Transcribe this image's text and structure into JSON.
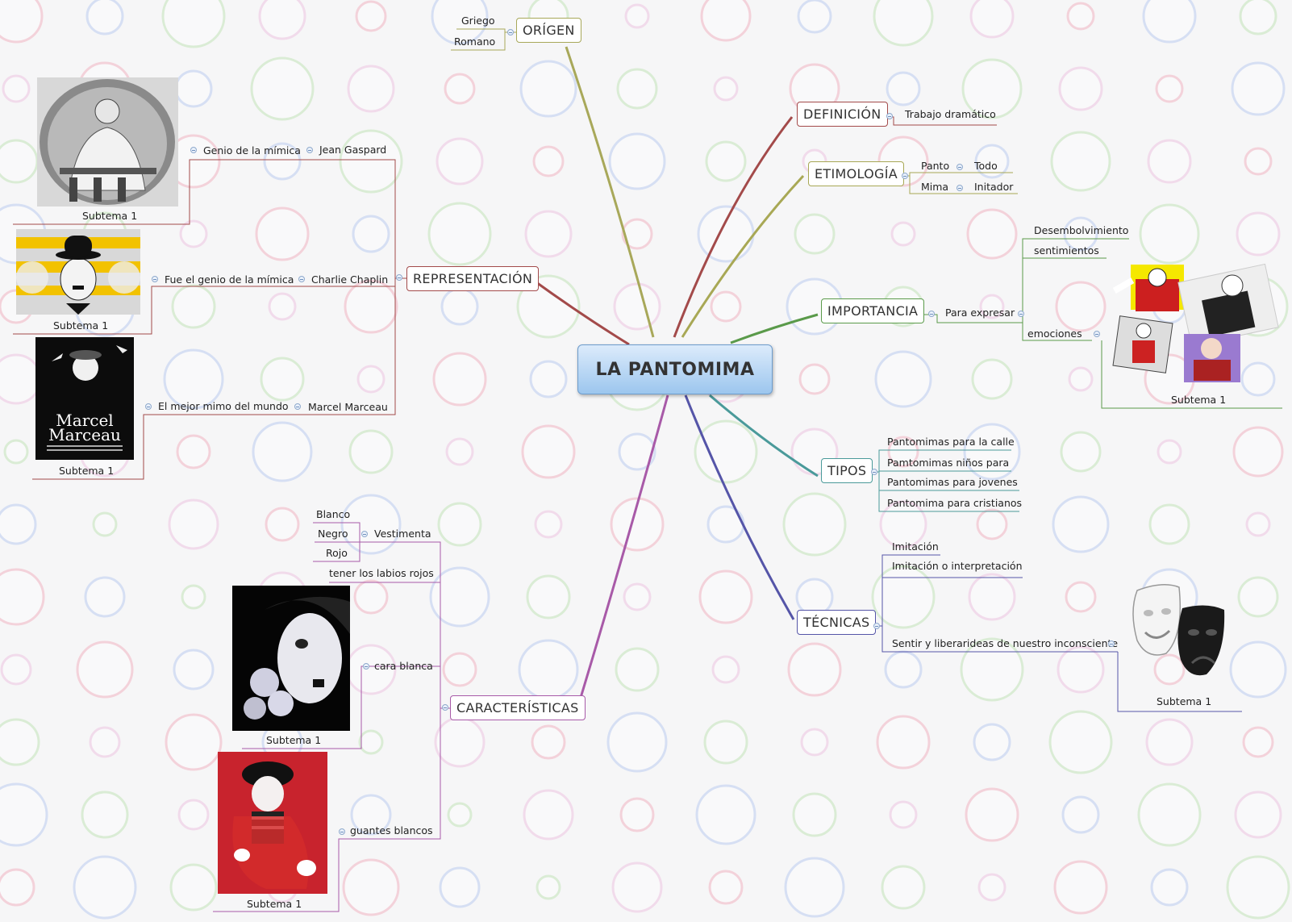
{
  "central": {
    "title": "LA PANTOMIMA"
  },
  "branches": {
    "origen": {
      "label": "ORÍGEN",
      "items": [
        "Griego",
        "Romano"
      ]
    },
    "definicion": {
      "label": "DEFINICIÓN",
      "items": [
        "Trabajo dramático"
      ]
    },
    "etimologia": {
      "label": "ETIMOLOGÍA",
      "items": [
        "Panto",
        "Mima"
      ],
      "sub": [
        "Todo",
        "Initador"
      ]
    },
    "importancia": {
      "label": "IMPORTANCIA",
      "child": "Para expresar",
      "items": [
        "Desembolvimiento",
        "sentimientos",
        "emociones"
      ],
      "image_caption": "Subtema 1"
    },
    "tipos": {
      "label": "TIPOS",
      "items": [
        "Pantomimas para la calle",
        "Pamtomimas niños para",
        "Pantomimas para jovenes",
        "Pantomima para cristianos"
      ]
    },
    "tecnicas": {
      "label": "TÉCNICAS",
      "items": [
        "Imitación",
        "Imitación o interpretación",
        "Sentir y liberarideas de nuestro inconsciente"
      ],
      "image_caption": "Subtema 1"
    },
    "representacion": {
      "label": "REPRESENTACIÓN",
      "people": [
        {
          "name": "Jean Gaspard",
          "desc": "Genio de la mímica",
          "caption": "Subtema 1"
        },
        {
          "name": "Charlie Chaplin",
          "desc": "Fue el genio de la mímica",
          "caption": "Subtema 1"
        },
        {
          "name": "Marcel Marceau",
          "desc": "El mejor mimo del mundo",
          "caption": "Subtema 1",
          "poster_line1": "Marcel",
          "poster_line2": "Marceau"
        }
      ]
    },
    "caracteristicas": {
      "label": "CARACTERÍSTICAS",
      "vestimenta": "Vestimenta",
      "colors": [
        "Blanco",
        "Negro",
        "Rojo"
      ],
      "items": [
        "tener los labios rojos",
        "cara blanca",
        "guantes blancos"
      ],
      "captions": [
        "Subtema 1",
        "Subtema 1"
      ]
    }
  },
  "colors": {
    "origen": "#a8a85a",
    "definicion": "#a34a4a",
    "etimologia": "#a8a855",
    "importancia": "#5a9a4a",
    "tipos": "#4a9a9a",
    "tecnicas": "#5555a8",
    "representacion": "#a34a4a",
    "caracteristicas": "#a85aa8"
  }
}
